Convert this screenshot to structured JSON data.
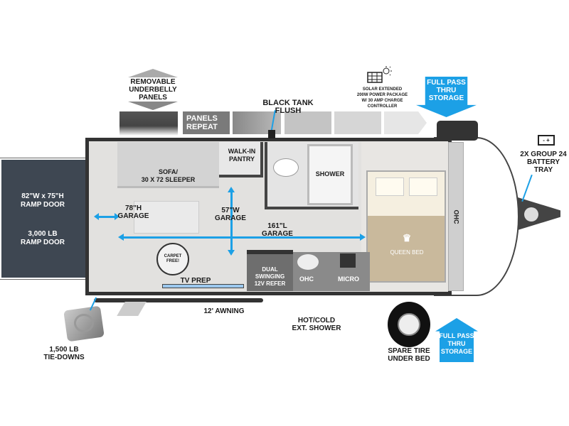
{
  "top": {
    "removable_panels": "REMOVABLE\nUNDERBELLY\nPANELS",
    "panels_repeat": "PANELS\nREPEAT",
    "black_tank_flush": "BLACK TANK FLUSH",
    "solar": "SOLAR EXTENDED\n200W POWER PACKAGE\nW/ 30 AMP CHARGE CONTROLLER",
    "pass_thru_top": "FULL PASS\nTHRU\nSTORAGE"
  },
  "ramp": {
    "size": "82\"W x 75\"H\nRAMP DOOR",
    "capacity": "3,000 LB\nRAMP DOOR"
  },
  "interior": {
    "sofa": "SOFA/\n30 X 72 SLEEPER",
    "pantry": "WALK-IN\nPANTRY",
    "shower": "SHOWER",
    "garage_height": "78\"H\nGARAGE",
    "garage_width": "57\"W\nGARAGE",
    "garage_length": "161\"L\nGARAGE",
    "carpet_free": "CARPET FREE!",
    "tv_prep": "TV PREP",
    "refer": "DUAL SWINGING\n12V REFER",
    "ohc_kitchen": "OHC",
    "micro": "MICRO",
    "queen_bed": "QUEEN BED",
    "ohc_front": "OHC"
  },
  "front": {
    "battery_symbol": "-  +",
    "battery": "2X GROUP 24\nBATTERY\nTRAY"
  },
  "bottom": {
    "tie_downs": "1,500 LB\nTIE-DOWNS",
    "awning": "12' AWNING",
    "ext_shower": "HOT/COLD\nEXT. SHOWER",
    "spare_tire": "SPARE TIRE\nUNDER BED",
    "pass_thru_bottom": "FULL PASS\nTHRU\nSTORAGE"
  },
  "colors": {
    "accent": "#1ca0e6",
    "frame": "#333333",
    "ramp": "#3e4752"
  }
}
